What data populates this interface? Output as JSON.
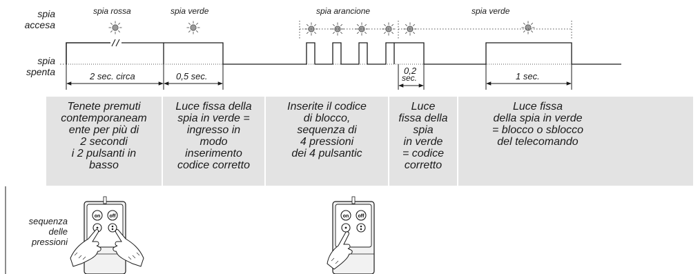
{
  "rows": {
    "on_label_1": "spia",
    "on_label_2": "accesa",
    "off_label_1": "spia",
    "off_label_2": "spenta"
  },
  "phases": {
    "red": "spia rossa",
    "green1": "spia verde",
    "orange": "spia arancione",
    "green2": "spia verde"
  },
  "durations": {
    "d1": "2 sec. circa",
    "d2": "0,5 sec.",
    "d3_line1": "0,2",
    "d3_line2": "sec.",
    "d4": "1 sec."
  },
  "descriptions": {
    "col1": [
      "Tenete premuti",
      "contemporaneam",
      "ente per più di",
      "2 secondi",
      "i 2 pulsanti in",
      "basso"
    ],
    "col2": [
      "Luce fissa della",
      "spia in verde =",
      "ingresso in",
      "modo",
      "inserimento",
      "codice corretto"
    ],
    "col3": [
      "Inserite il codice",
      "di blocco,",
      "sequenza di",
      "4 pressioni",
      "dei 4 pulsantic"
    ],
    "col4": [
      "Luce",
      "fissa della",
      "spia",
      "in verde",
      "= codice",
      "corretto"
    ],
    "col5": [
      "Luce fissa",
      "della spia in verde",
      "= blocco o sblocco",
      "del telecomando"
    ]
  },
  "sequence_label": [
    "sequenza",
    "delle",
    "pressioni"
  ],
  "remote_buttons": {
    "on": "on",
    "off": "off"
  },
  "colors": {
    "band": "#e3e3e3",
    "line": "#1a1a1a",
    "led": "#9a9a9a"
  }
}
